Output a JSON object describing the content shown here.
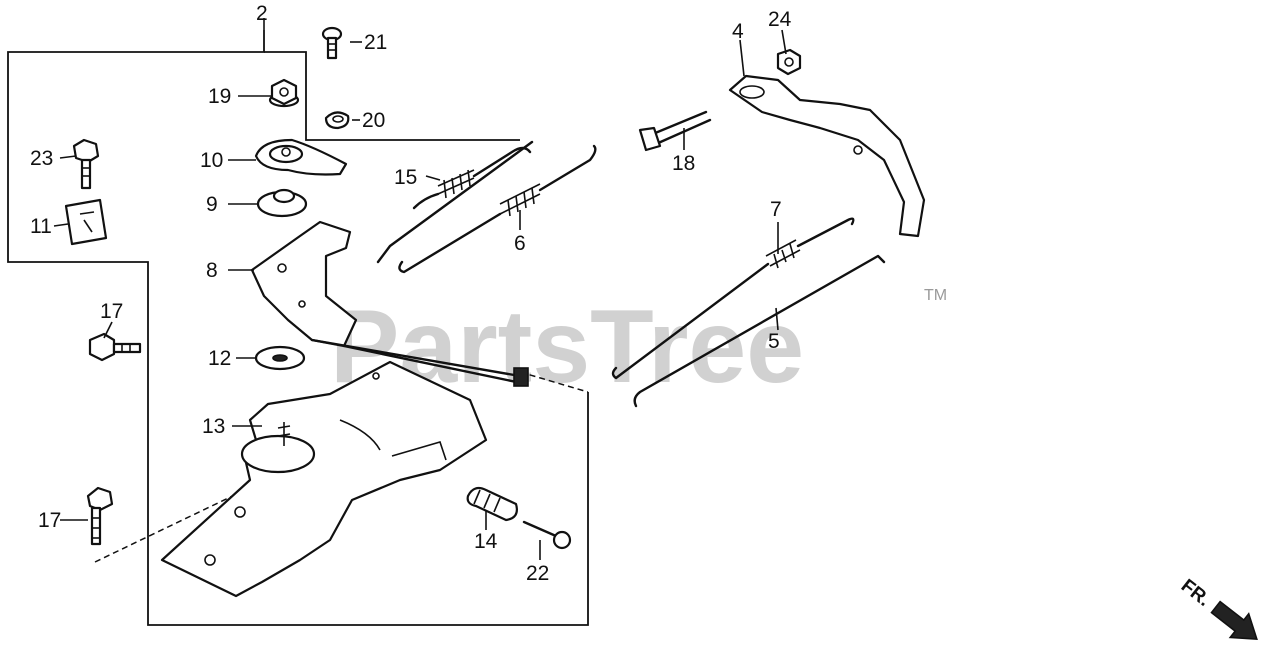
{
  "watermark": {
    "text": "PartsTree",
    "trademark": "TM"
  },
  "direction": {
    "label": "FR."
  },
  "callouts": {
    "c2": "2",
    "c4": "4",
    "c5": "5",
    "c6": "6",
    "c7": "7",
    "c8": "8",
    "c9": "9",
    "c10": "10",
    "c11": "11",
    "c12": "12",
    "c13": "13",
    "c14": "14",
    "c15": "15",
    "c17a": "17",
    "c17b": "17",
    "c18": "18",
    "c19": "19",
    "c20": "20",
    "c21": "21",
    "c22": "22",
    "c23": "23",
    "c24": "24"
  }
}
